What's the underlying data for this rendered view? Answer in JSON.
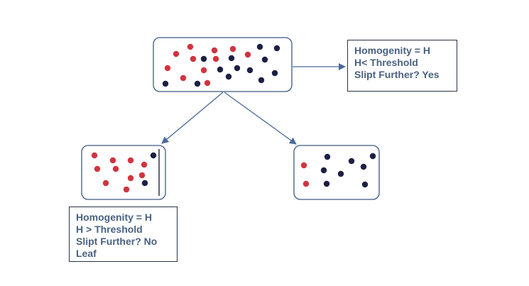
{
  "colors": {
    "red_dot": "#d0343f",
    "navy_dot": "#1c1f44",
    "node_border": "#3d5a82",
    "arrow": "#4a6b9a",
    "text": "#4a6180"
  },
  "nodes": {
    "root": {
      "red_dots": 11,
      "navy_dots": 13
    },
    "left_child": {
      "red_dots": 10,
      "navy_dots": 2
    },
    "right_child": {
      "red_dots": 2,
      "navy_dots": 8
    }
  },
  "info_top_right": {
    "line1": "Homogenity = H",
    "line2": "H< Threshold",
    "line3": "Slipt Further? Yes"
  },
  "info_bottom_left": {
    "line1": "Homogenity = H",
    "line2": "H > Threshold",
    "line3": "Slipt Further? No",
    "line4": "Leaf"
  }
}
